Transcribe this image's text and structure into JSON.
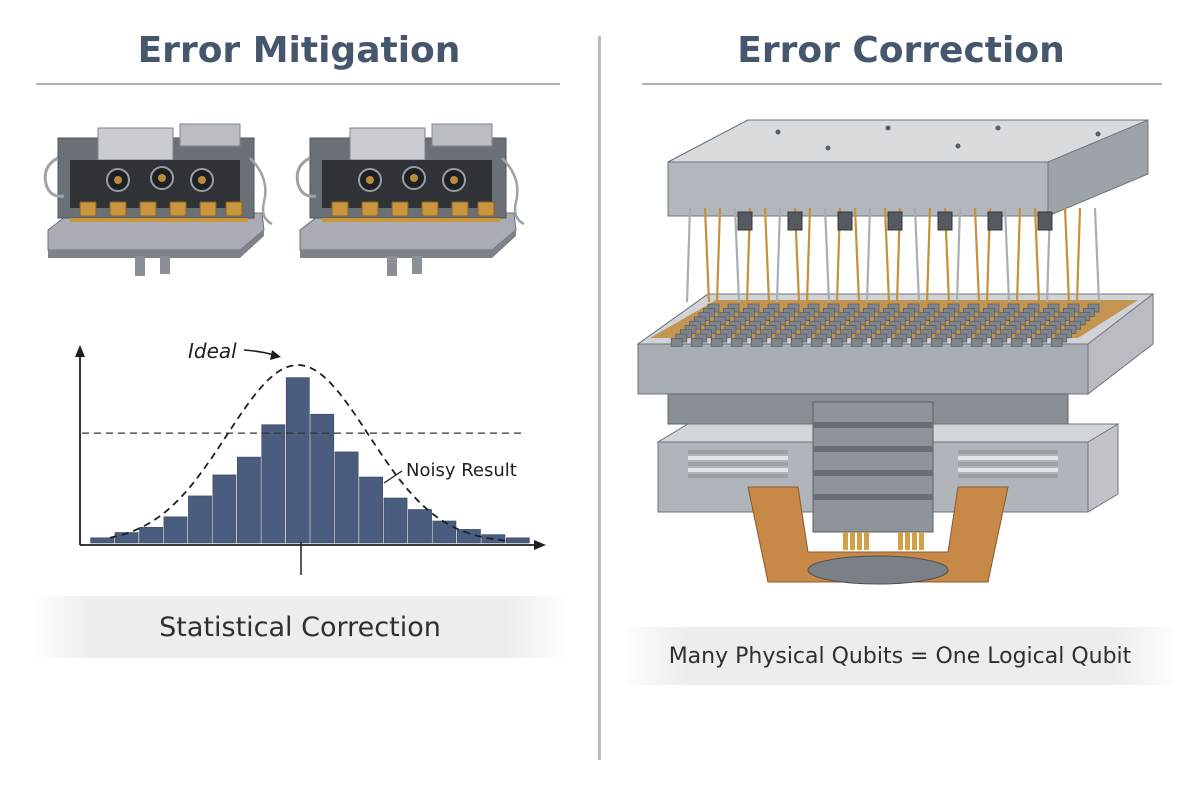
{
  "left": {
    "title": "Error Mitigation",
    "caption": "Statistical Correction",
    "module_count": 2
  },
  "right": {
    "title": "Error Correction",
    "caption": "Many Physical Qubits = One Logical Qubit"
  },
  "chart_data": {
    "type": "bar",
    "title": "",
    "xlabel": "",
    "ylabel": "",
    "values": [
      0.5,
      1,
      1.5,
      2.5,
      4.5,
      6.5,
      8.2,
      11.3,
      15.8,
      12.3,
      8.7,
      6.3,
      4.3,
      3.2,
      2.1,
      1.3,
      0.8,
      0.5
    ],
    "ylim": [
      0,
      17
    ],
    "ideal_curve_peak": 17,
    "threshold": 10.5,
    "annotations": [
      "Ideal",
      "Noisy Result"
    ],
    "grid": false
  }
}
